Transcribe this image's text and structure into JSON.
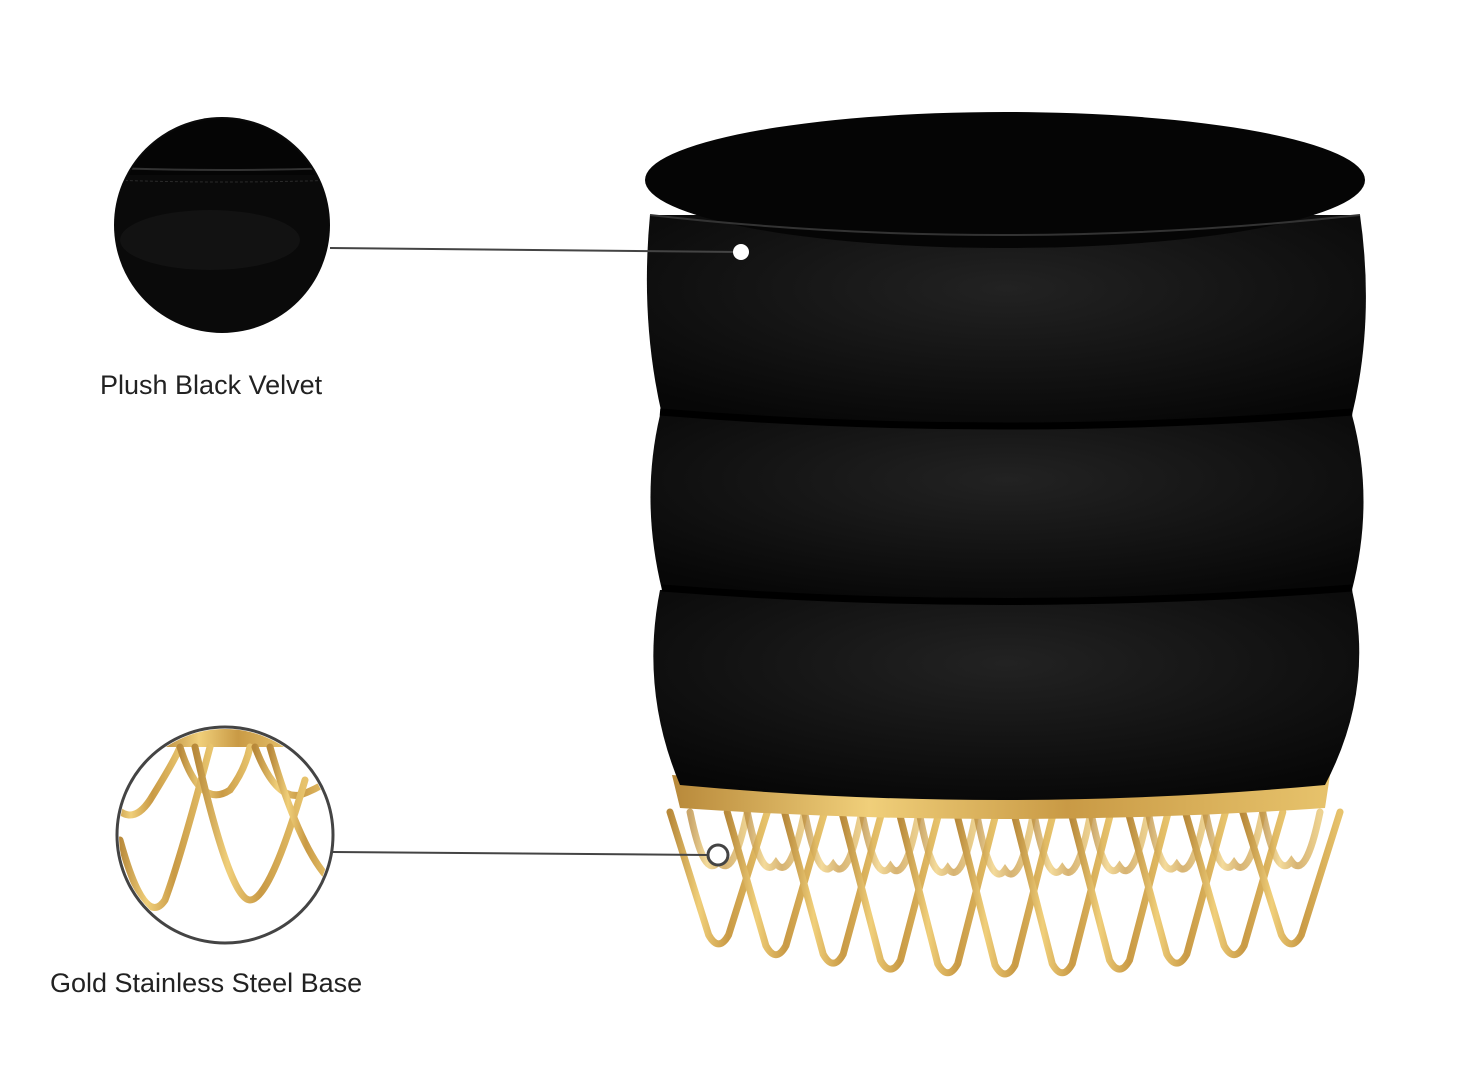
{
  "callouts": [
    {
      "label": "Plush Black Velvet",
      "detail": "velvet-closeup"
    },
    {
      "label": "Gold Stainless Steel Base",
      "detail": "base-closeup"
    }
  ],
  "colors": {
    "velvet": "#0c0c0c",
    "velvet_highlight": "#2a2a2a",
    "gold": "#d4a94a",
    "gold_dark": "#a87e2a",
    "callout_line": "#444444"
  }
}
